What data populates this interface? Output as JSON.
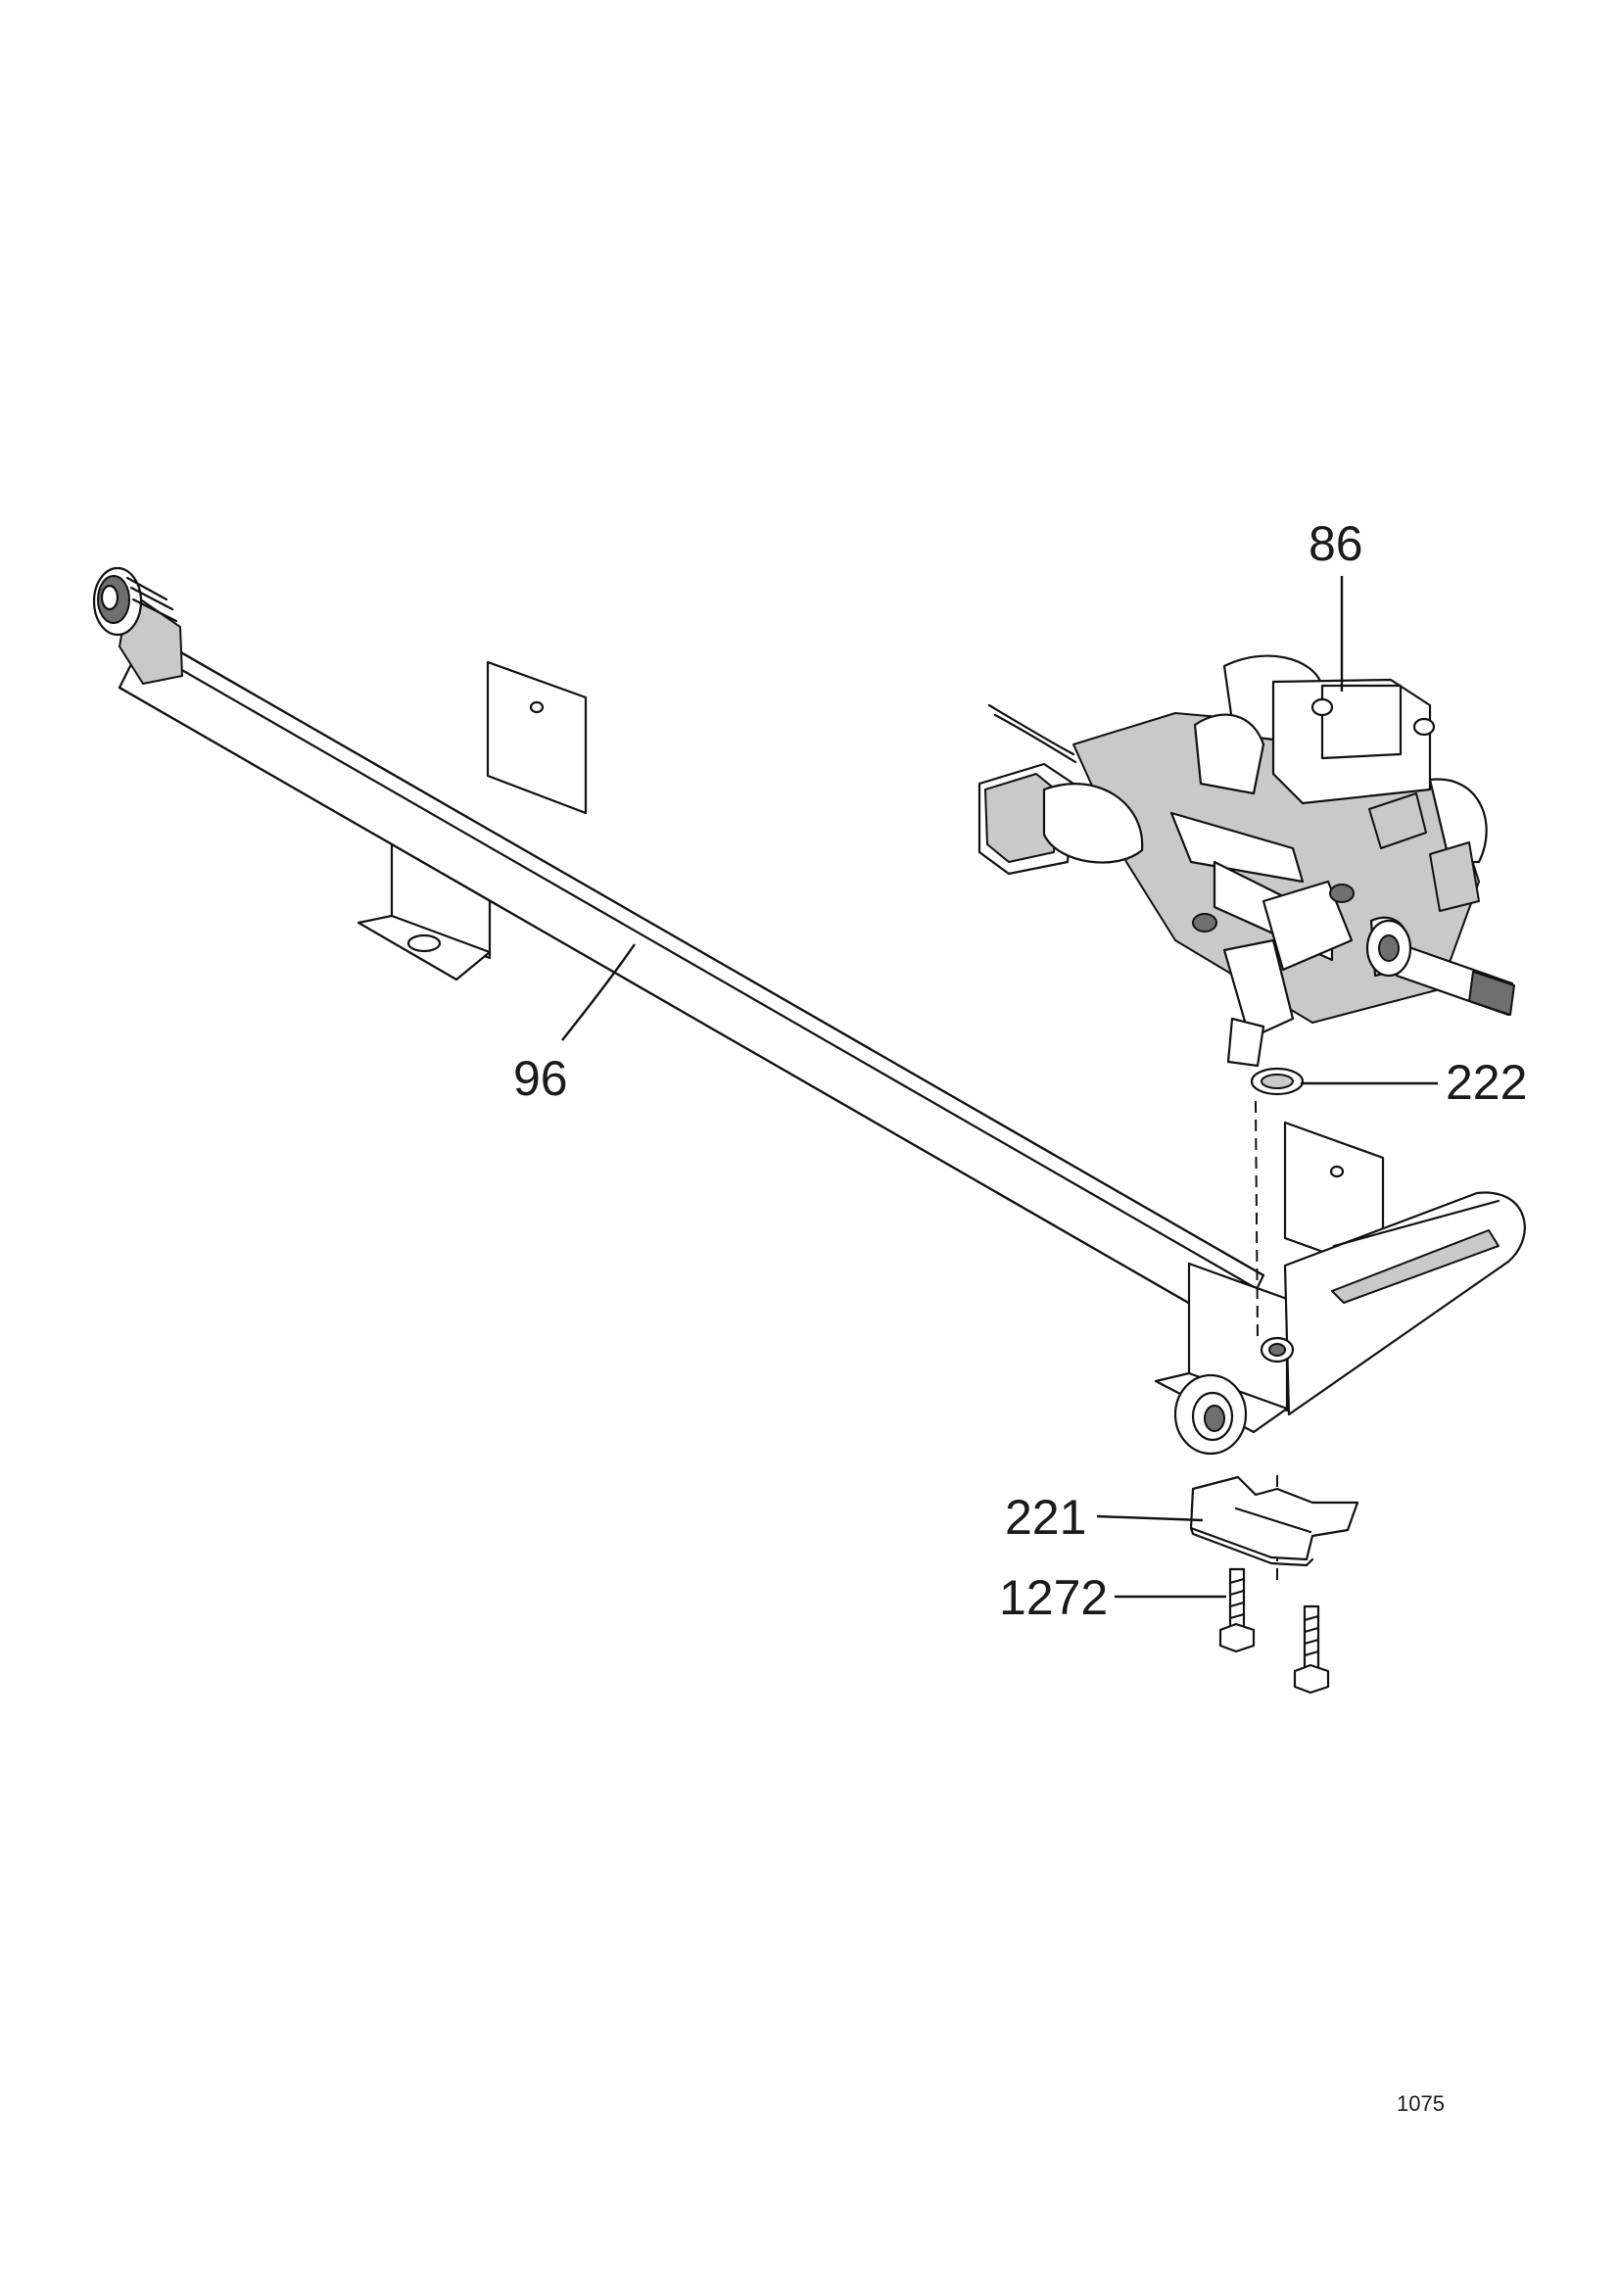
{
  "callouts": {
    "c86": "86",
    "c96": "96",
    "c222": "222",
    "c221": "221",
    "c1272": "1272"
  },
  "page_number": "1075"
}
